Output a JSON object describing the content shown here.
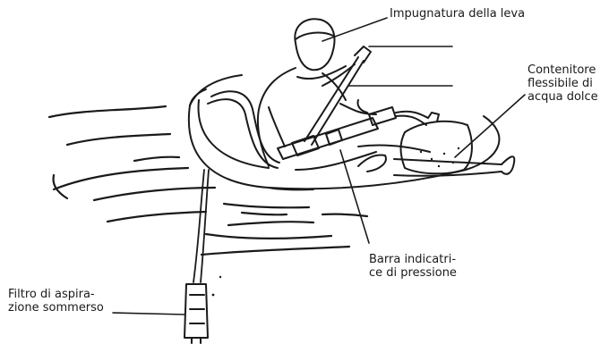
{
  "labels": {
    "lever_handle": "Impugnatura della leva",
    "freshwater_container": [
      "Contenitore",
      "flessibile di",
      "acqua dolce"
    ],
    "pressure_bar": [
      "Barra indicatri-",
      "ce di pressione"
    ],
    "intake_filter": [
      "Filtro di aspira-",
      "zione sommerso"
    ]
  },
  "colors": {
    "ink": "#1a1a1a",
    "background": "#ffffff"
  }
}
